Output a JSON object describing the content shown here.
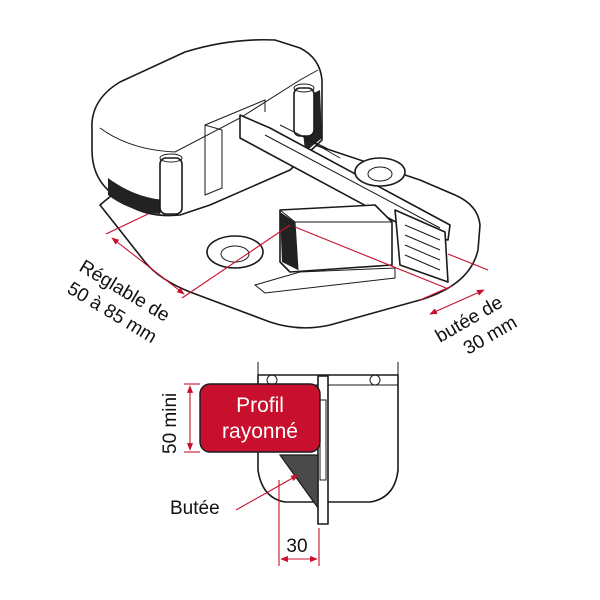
{
  "labels": {
    "adjustable_line1": "Réglable de",
    "adjustable_line2": "50 à 85 mm",
    "stop_line1": "butée de",
    "stop_line2": "30 mm",
    "height": "50 mini",
    "profile_line1": "Profil",
    "profile_line2": "rayonné",
    "stop_callout": "Butée",
    "width": "30"
  },
  "colors": {
    "accent": "#c8102e",
    "outline": "#1a1a1a",
    "profile_fill": "#c8102e",
    "stop_fill": "#4a4a4a"
  }
}
